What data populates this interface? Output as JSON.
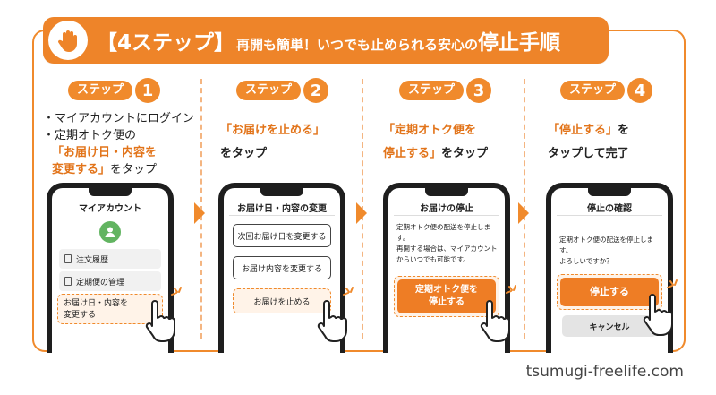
{
  "header": {
    "title_main": "【4ステップ】",
    "title_sub": "再開も簡単！いつでも止められる安心の",
    "title_end": "停止手順",
    "icon": "hand-stop-icon"
  },
  "steps": [
    {
      "badge": "ステップ",
      "number": "1",
      "lines": {
        "bullet1": "・マイアカウントにログイン",
        "bullet2": "・定期オトク便の",
        "highlight1": "「お届け日・内容を",
        "highlight2": "変更する」",
        "tail": "をタップ"
      },
      "screen": {
        "title": "マイアカウント",
        "menu1": "注文履歴",
        "menu2": "定期便の管理",
        "action": "お届け日・内容を変更する",
        "action_line1": "お届け日・内容を",
        "action_line2": "変更する"
      }
    },
    {
      "badge": "ステップ",
      "number": "2",
      "lines": {
        "highlight1": "「お届けを止める」",
        "tail": "をタップ"
      },
      "screen": {
        "title": "お届け日・内容の変更",
        "btn1": "次回お届け日を変更する",
        "btn2": "お届け内容を変更する",
        "btn3": "お届けを止める"
      }
    },
    {
      "badge": "ステップ",
      "number": "3",
      "lines": {
        "highlight1": "「定期オトク便を",
        "highlight2": "停止する」",
        "tail": "をタップ"
      },
      "screen": {
        "title": "お届けの停止",
        "text1": "定期オトク便の配送を停止します。",
        "text2": "再開する場合は、マイアカウント",
        "text3": "からいつでも可能です。",
        "btn_line1": "定期オトク便を",
        "btn_line2": "停止する"
      }
    },
    {
      "badge": "ステップ",
      "number": "4",
      "lines": {
        "highlight1": "「停止する」",
        "tail1": "を",
        "tail2": "タップして完了"
      },
      "screen": {
        "title": "停止の確認",
        "text1": "定期オトク便の配送を停止します。",
        "text2": "よろしいですか？",
        "btn_primary": "停止する",
        "btn_cancel": "キャンセル"
      }
    }
  ],
  "footer": {
    "site": "tsumugi-freelife.com"
  },
  "colors": {
    "accent": "#f08a2c",
    "accent_dark": "#e2741a",
    "avatar": "#62b461"
  }
}
